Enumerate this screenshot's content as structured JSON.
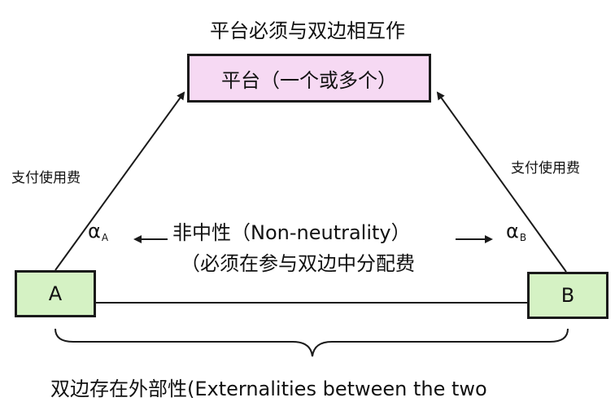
{
  "diagram": {
    "title": "平台必须与双边相互作",
    "platform_label": "平台（一个或多个）",
    "node_a_label": "A",
    "node_b_label": "B",
    "fee_left_label": "支付使用费",
    "fee_right_label": "支付使用费",
    "alpha_symbol": "α",
    "alpha_left_sub": "A",
    "alpha_right_sub": "B",
    "center_line_1": "非中性（Non-neutrality）",
    "center_line_2": "（必须在参与双边中分配费",
    "bottom_text": "双边存在外部性(Externalities between the two",
    "colors": {
      "platform_fill": "#f6d9f3",
      "node_fill": "#d5f2c4",
      "stroke": "#1a1a1a"
    }
  }
}
